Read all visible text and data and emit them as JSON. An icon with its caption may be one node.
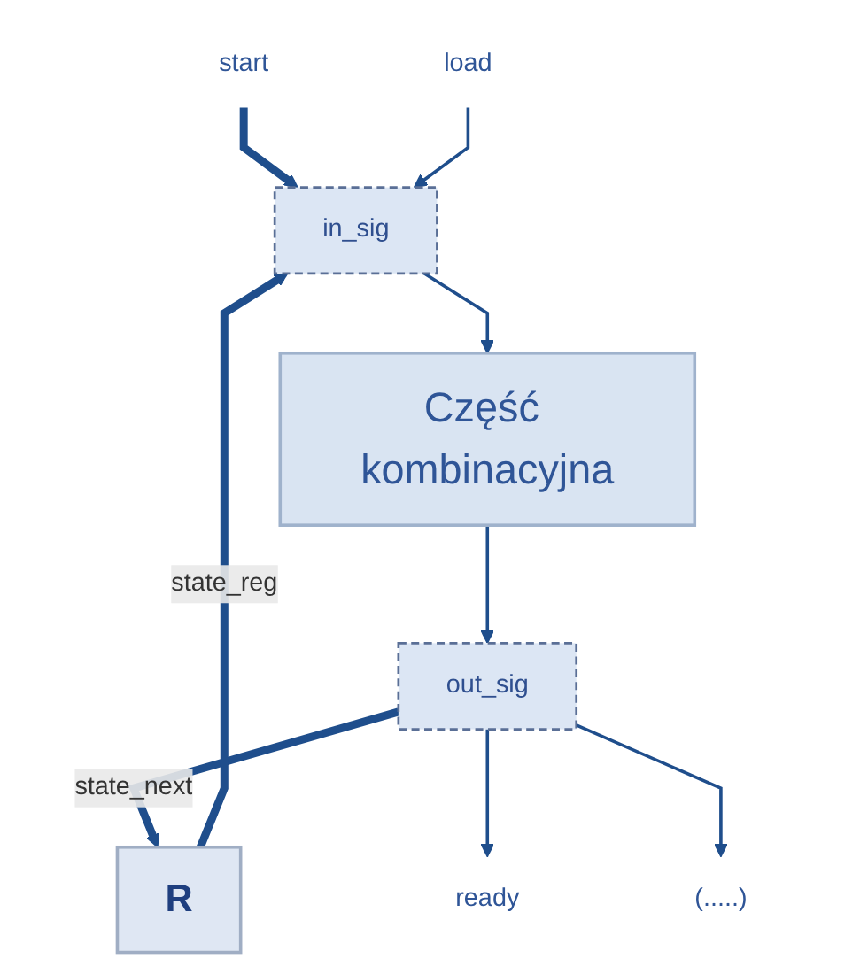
{
  "diagram": {
    "nodes": [
      {
        "text": [
          "in_sig"
        ]
      },
      {
        "text": [
          "Część kombinacyjna"
        ]
      },
      {
        "text": [
          "out_sig"
        ]
      },
      {
        "text": [
          "R"
        ]
      },
      {
        "text": [
          "start"
        ]
      },
      {
        "text": [
          "load"
        ]
      },
      {
        "text": [
          "ready"
        ]
      },
      {
        "text": [
          "(.....)"
        ]
      }
    ],
    "edges": [
      {
        "from": 4,
        "to": 0,
        "arrow": "to",
        "style": "thick"
      },
      {
        "from": 5,
        "to": 0,
        "arrow": "to"
      },
      {
        "from": 0,
        "to": 1,
        "arrow": "to"
      },
      {
        "from": 1,
        "to": 2,
        "arrow": "to"
      },
      {
        "from": 2,
        "to": 3,
        "arrow": "to",
        "label": "state_next",
        "style": "thick"
      },
      {
        "from": 3,
        "to": 0,
        "arrow": "to",
        "label": "state_reg",
        "style": "thick"
      },
      {
        "from": 2,
        "to": 6,
        "arrow": "to"
      },
      {
        "from": 2,
        "to": 7,
        "arrow": "to"
      }
    ]
  }
}
